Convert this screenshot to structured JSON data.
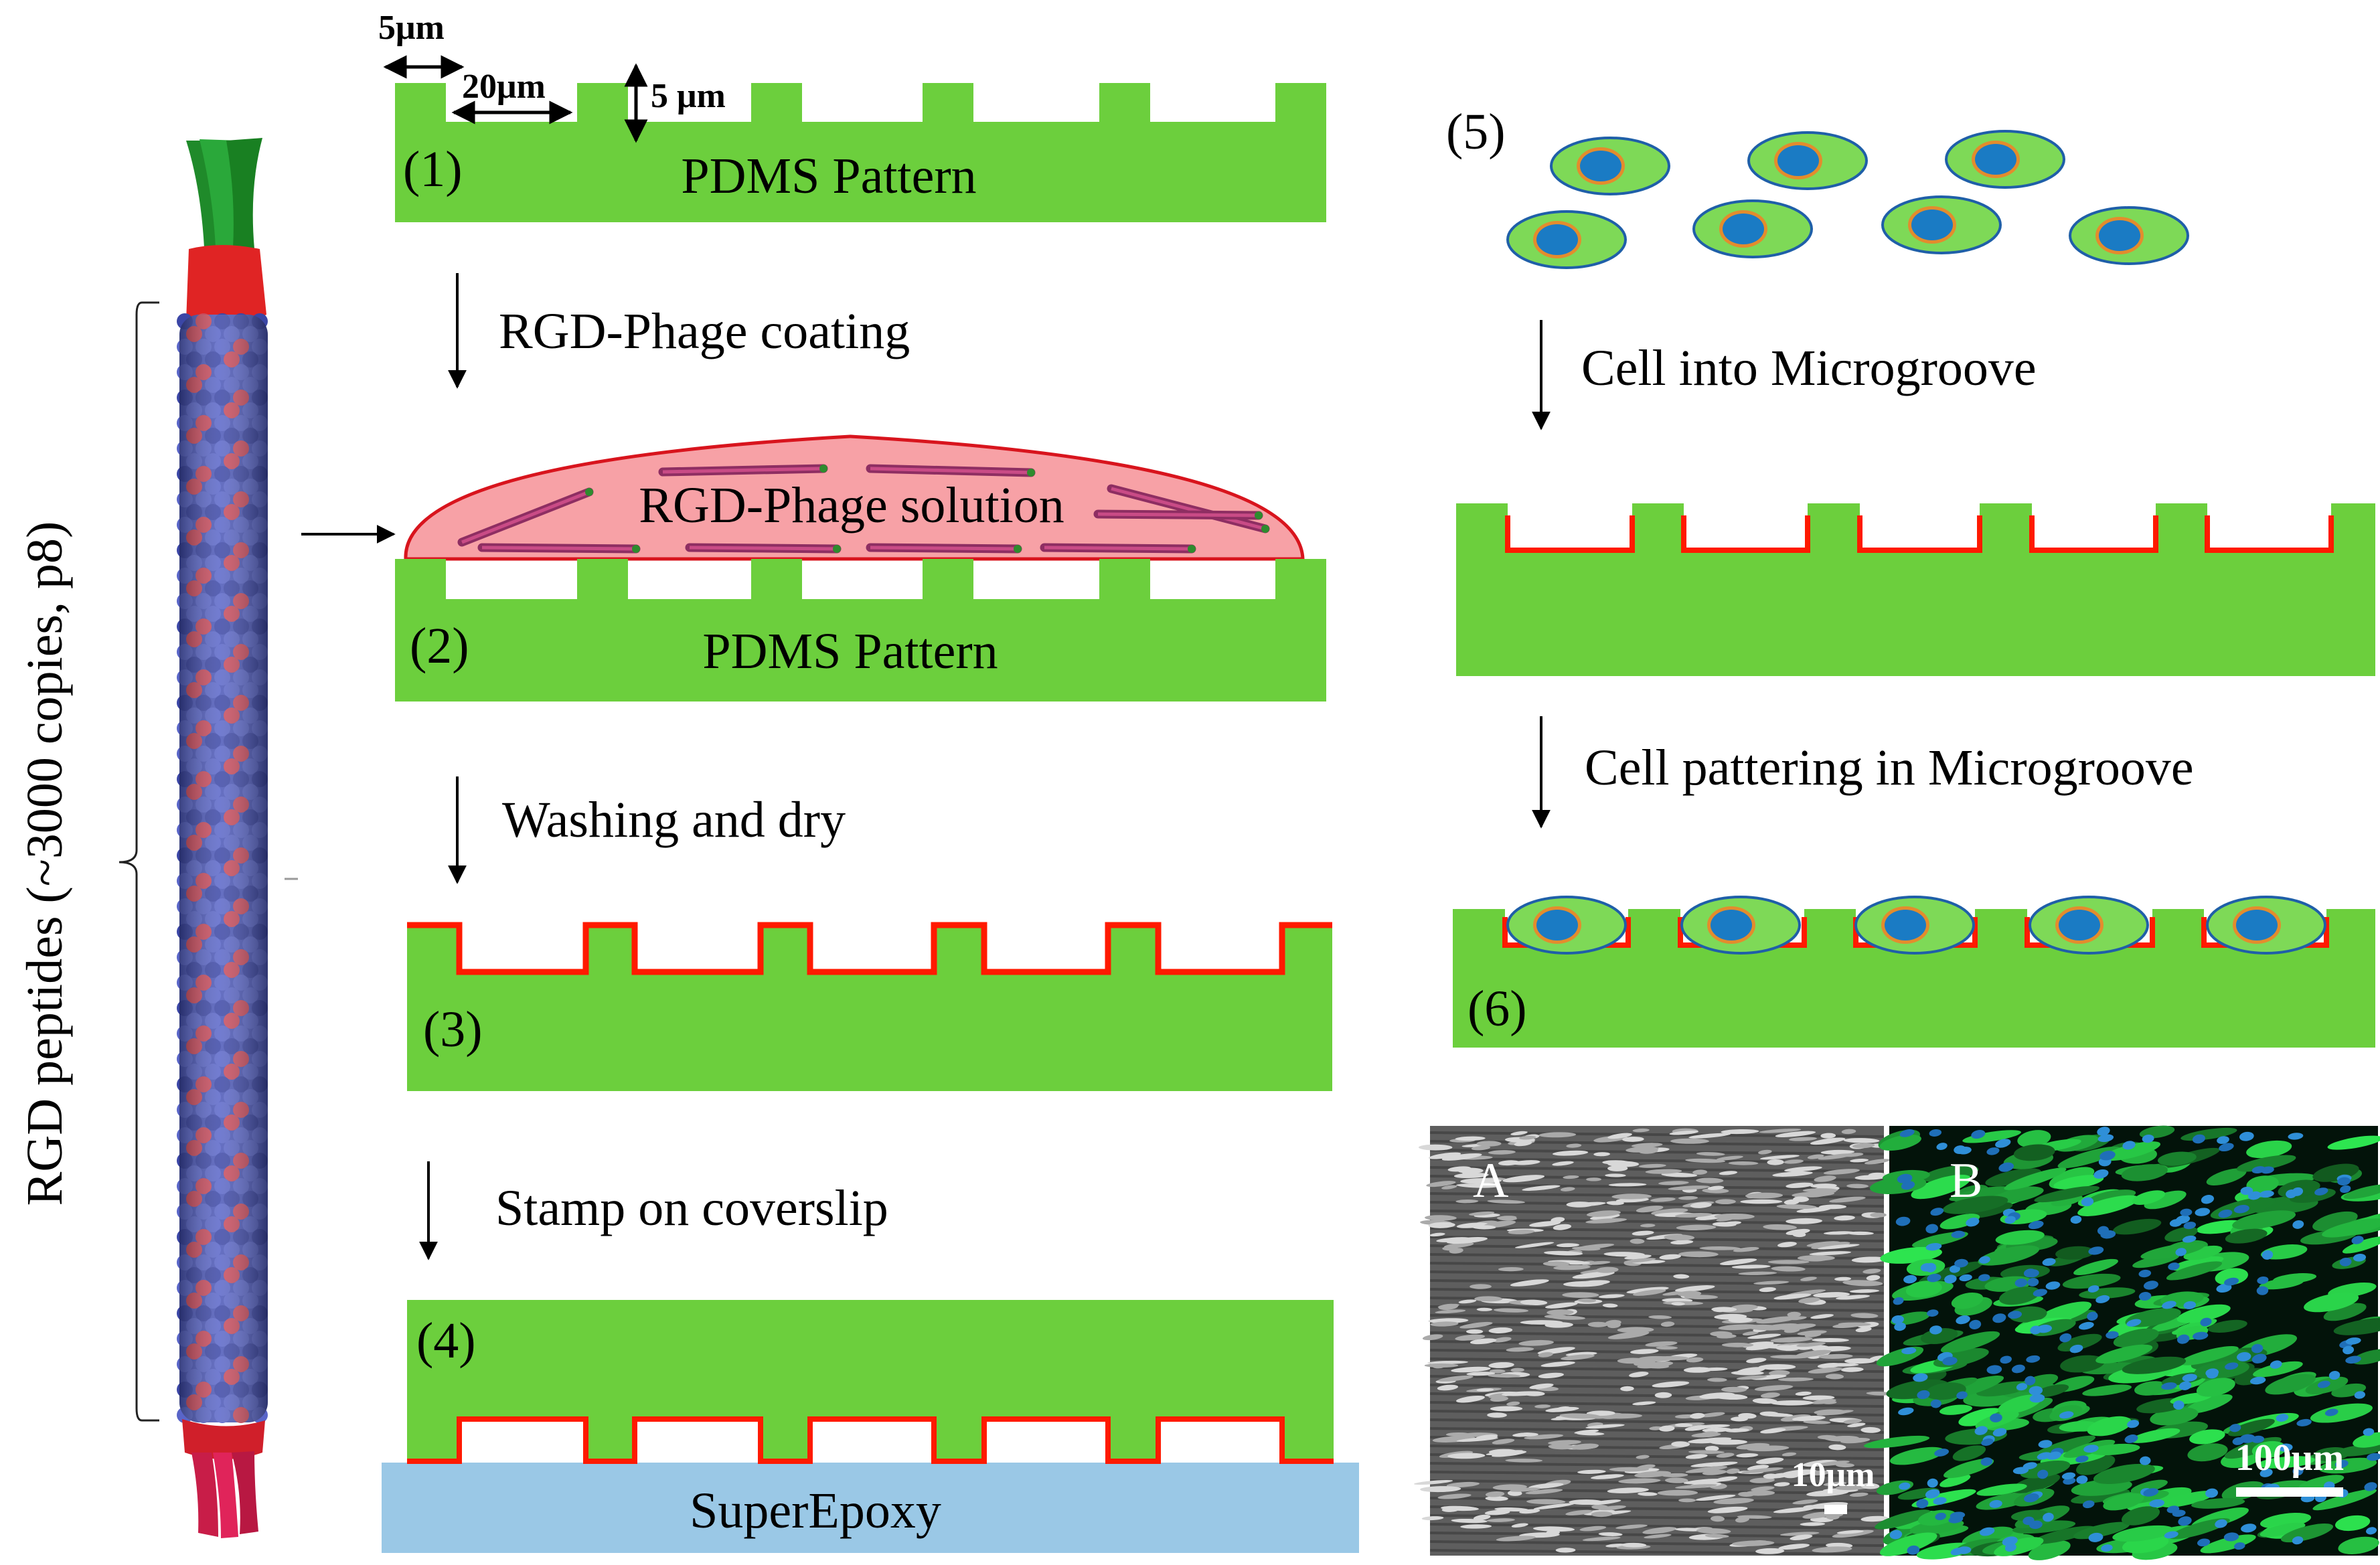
{
  "labels": {
    "dim_5um_width": "5μm",
    "dim_20um": "20μm",
    "dim_5um_depth": "5 μm",
    "pdms_pattern_1": "PDMS Pattern",
    "pdms_pattern_2": "PDMS Pattern",
    "rgd_phage_solution": "RGD-Phage solution",
    "superepoxy": "SuperEpoxy",
    "phage_caption": "RGD peptides (~3000 copies, p8)"
  },
  "steps": [
    {
      "number": "(1)"
    },
    {
      "number": "(2)"
    },
    {
      "number": "(3)"
    },
    {
      "number": "(4)"
    },
    {
      "number": "(5)"
    },
    {
      "number": "(6)"
    }
  ],
  "arrows": [
    {
      "label": "RGD-Phage coating"
    },
    {
      "label": "Washing and dry"
    },
    {
      "label": "Stamp on coverslip"
    },
    {
      "label": "Cell into Microgroove"
    },
    {
      "label": "Cell pattering in Microgroove"
    }
  ],
  "micrographs": [
    {
      "panel": "A",
      "scale_bar": "10μm",
      "kind": "SEM"
    },
    {
      "panel": "B",
      "scale_bar": "100μm",
      "kind": "fluorescence"
    }
  ],
  "colors": {
    "pdms_green": "#6ccf3d",
    "phage_layer_red": "#ff1a00",
    "solution_pink": "#f7a1a6",
    "solution_edge": "#d8141d",
    "superepoxy_blue": "#9ac8e6",
    "cell_body": "#7ed957",
    "cell_nucleus": "#1a7bc4",
    "cell_nucleus_ring": "#e38c2d",
    "cell_outline": "#1f5fa8",
    "phage_coat_blue": "#4a56b8",
    "phage_coat_red": "#c94a5c",
    "phage_tip_green": "#1f8a2a",
    "phage_end_red": "#e02424",
    "phage_tail_red": "#d81f4d"
  }
}
